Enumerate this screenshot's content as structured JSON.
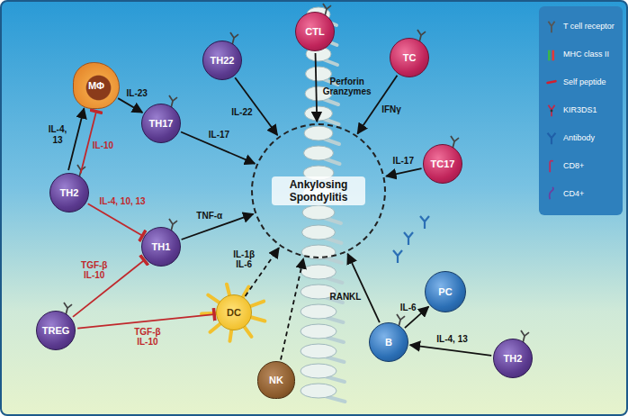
{
  "diagram": {
    "nodes": [
      {
        "text": [
          "CTL"
        ]
      },
      {
        "text": [
          "TH22"
        ]
      },
      {
        "text": [
          "TC"
        ]
      },
      {
        "text": [
          "MΦ"
        ]
      },
      {
        "text": [
          "TH17"
        ]
      },
      {
        "text": [
          "TC17"
        ]
      },
      {
        "text": [
          "Ankylosing Spondylitis"
        ]
      },
      {
        "text": [
          "TH2"
        ]
      },
      {
        "text": [
          "TH1"
        ]
      },
      {
        "text": [
          "PC"
        ]
      },
      {
        "text": [
          "TREG"
        ]
      },
      {
        "text": [
          "DC"
        ]
      },
      {
        "text": [
          "B"
        ]
      },
      {
        "text": [
          "TH2"
        ]
      },
      {
        "text": [
          "NK"
        ]
      }
    ],
    "edges": [
      {
        "from": 3,
        "to": 4,
        "label": "IL-23",
        "arrow": "to"
      },
      {
        "from": 7,
        "to": 3,
        "label": "IL-4, 13",
        "arrow": "to"
      },
      {
        "from": 7,
        "to": 3,
        "label": "IL-10",
        "arrow": "to"
      },
      {
        "from": 7,
        "to": 8,
        "label": "IL-4, 10, 13",
        "arrow": "to"
      },
      {
        "from": 10,
        "to": 8,
        "label": "TGF-β IL-10",
        "arrow": "to"
      },
      {
        "from": 10,
        "to": 11,
        "label": "TGF-β IL-10",
        "arrow": "to"
      },
      {
        "from": 4,
        "to": 6,
        "label": "IL-17",
        "arrow": "to"
      },
      {
        "from": 1,
        "to": 6,
        "label": "IL-22",
        "arrow": "to"
      },
      {
        "from": 0,
        "to": 6,
        "label": "Perforin Granzymes",
        "arrow": "to"
      },
      {
        "from": 2,
        "to": 6,
        "label": "IFNγ",
        "arrow": "to"
      },
      {
        "from": 5,
        "to": 6,
        "label": "IL-17",
        "arrow": "to"
      },
      {
        "from": 8,
        "to": 6,
        "label": "TNF-α",
        "arrow": "to"
      },
      {
        "from": 11,
        "to": 6,
        "label": "IL-1β IL-6",
        "arrow": "to"
      },
      {
        "from": 14,
        "to": 6,
        "arrow": "to"
      },
      {
        "from": 12,
        "to": 6,
        "label": "RANKL",
        "arrow": "to"
      },
      {
        "from": 12,
        "to": 9,
        "label": "IL-6",
        "arrow": "to"
      },
      {
        "from": 13,
        "to": 12,
        "label": "IL-4, 13",
        "arrow": "to"
      }
    ],
    "legend": [
      {
        "text": "T cell receptor"
      },
      {
        "text": "MHC class II"
      },
      {
        "text": "Self peptide"
      },
      {
        "text": "KIR3DS1"
      },
      {
        "text": "Antibody"
      },
      {
        "text": "CD8+"
      },
      {
        "text": "CD4+"
      }
    ]
  }
}
